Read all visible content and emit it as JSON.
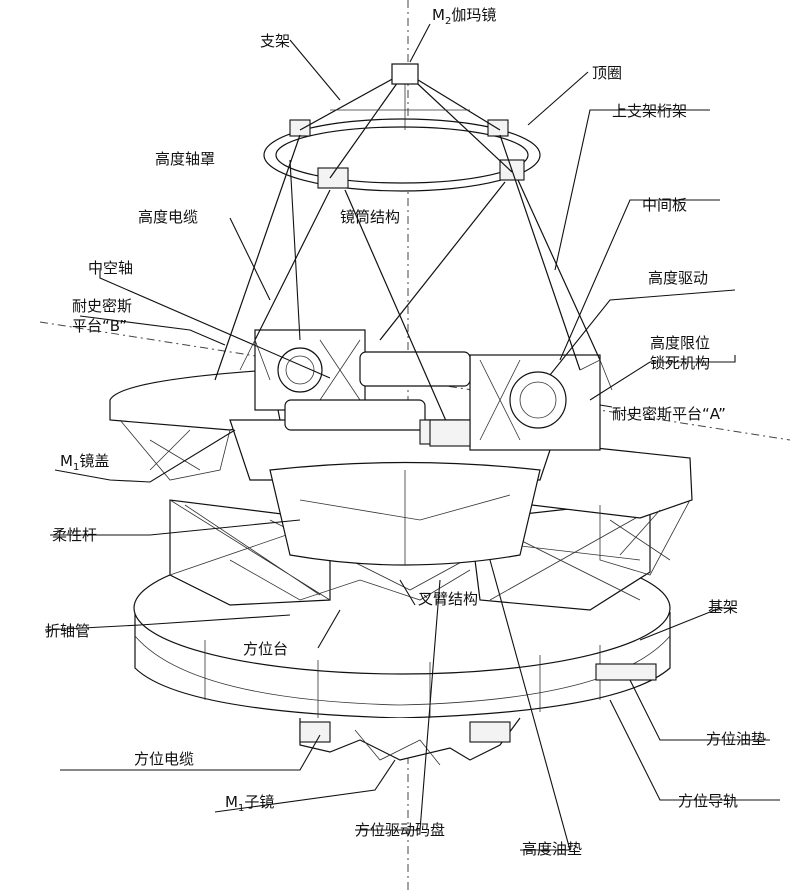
{
  "labels": {
    "m2_mirror_main": "M",
    "m2_mirror_sub": "2",
    "m2_mirror_rest": "伽玛镜",
    "support_frame": "支架",
    "top_ring": "顶圈",
    "upper_truss": "上支架桁架",
    "altitude_shaft_cover": "高度轴罩",
    "altitude_cable": "高度电缆",
    "tube_structure": "镜筒结构",
    "middle_plate": "中间板",
    "hollow_shaft": "中空轴",
    "altitude_drive": "高度驱动",
    "nasmyth_b_line1": "耐史密斯",
    "nasmyth_b_line2": "平台“B”",
    "altitude_limit_line1": "高度限位",
    "altitude_limit_line2": "锁死机构",
    "nasmyth_a": "耐史密斯平台“A”",
    "m1_cover_main": "M",
    "m1_cover_sub": "1",
    "m1_cover_rest": "镜盖",
    "flex_rod": "柔性杆",
    "fork_structure": "叉臂结构",
    "base_frame": "基架",
    "folding_shaft_tube": "折轴管",
    "azimuth_table": "方位台",
    "azimuth_oil_pad": "方位油垫",
    "azimuth_cable": "方位电缆",
    "azimuth_guide_rail": "方位导轨",
    "m1_submirror_main": "M",
    "m1_submirror_sub": "1",
    "m1_submirror_rest": "子镜",
    "azimuth_encoder": "方位驱动码盘",
    "altitude_oil_pad": "高度油垫"
  },
  "colors": {
    "ink": "#111111",
    "background": "#ffffff"
  }
}
